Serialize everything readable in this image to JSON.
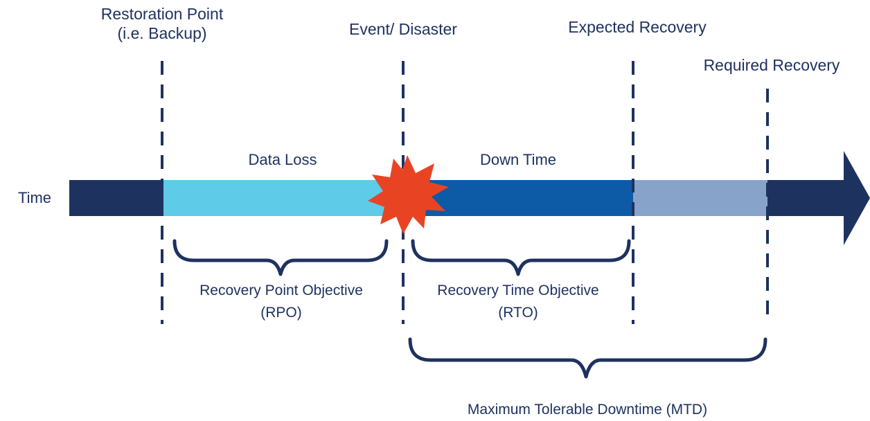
{
  "labels": {
    "restoration_point": {
      "line1": "Restoration Point",
      "line2": "(i.e. Backup)"
    },
    "event": "Event/ Disaster",
    "expected_recovery": "Expected Recovery",
    "required_recovery": "Required Recovery",
    "time": "Time",
    "data_loss": "Data Loss",
    "down_time": "Down Time",
    "rpo": {
      "line1": "Recovery Point Objective",
      "line2": "(RPO)"
    },
    "rto": {
      "line1": "Recovery Time Objective",
      "line2": "(RTO)"
    },
    "mtd": "Maximum Tolerable Downtime (MTD)"
  },
  "colors": {
    "text": "#1e3260",
    "timeline_dark": "#1e3260",
    "data_loss": "#5ecbe8",
    "down_time": "#0d5aa7",
    "buffer": "#88a3c9",
    "disaster": "#e84424",
    "marker_line": "#1e3260"
  },
  "icons": {
    "disaster": "explosion-burst-icon",
    "arrow": "arrow-head-icon"
  }
}
